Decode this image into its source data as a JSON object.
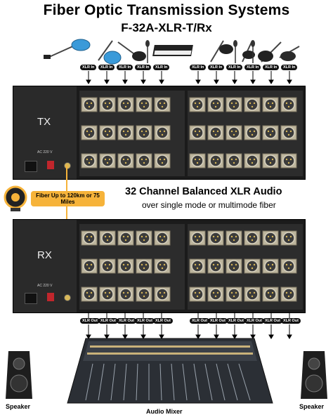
{
  "header": {
    "title": "Fiber Optic Transmission Systems",
    "model": "F-32A-XLR-T/Rx"
  },
  "tx_unit": {
    "label": "TX",
    "ac_label": "AC 220 V"
  },
  "rx_unit": {
    "label": "RX",
    "ac_label": "AC 220 V"
  },
  "fiber": {
    "label": "Fiber Up to 120km or 75 Miles"
  },
  "middle": {
    "title": "32 Channel Balanced XLR Audio",
    "subtitle": "over single mode or multimode fiber"
  },
  "xlr_in_tags": [
    "XLR In",
    "XLR In",
    "XLR In",
    "XLR In",
    "XLR In",
    "XLR In",
    "XLR In",
    "XLR In",
    "XLR In",
    "XLR In",
    "XLR In"
  ],
  "xlr_out_tags": [
    "XLR Out",
    "XLR Out",
    "XLR Out",
    "XLR Out",
    "XLR Out",
    "XLR Out",
    "XLR Out",
    "XLR Out",
    "XLR Out",
    "XLR Out",
    "XLR Out"
  ],
  "outputs": {
    "speaker_left": "Speaker",
    "speaker_right": "Speaker",
    "mixer": "Audio Mixer"
  },
  "colors": {
    "rack": "#1b1b1b",
    "connector": "#c8c0a8",
    "fiber_orange": "#f6b33a",
    "guitar_blue": "#3a9ad9"
  }
}
